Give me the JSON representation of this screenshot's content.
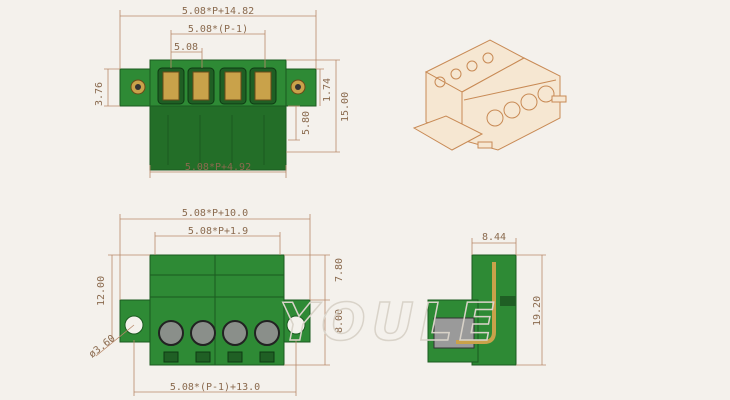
{
  "top_view": {
    "dim_overall": "5.08*P+14.82",
    "dim_pitch_total": "5.08*(P-1)",
    "dim_pitch": "5.08",
    "dim_left_height": "3.76",
    "dim_depth_small": "5.80",
    "dim_flange": "1.74",
    "dim_height": "15.00",
    "dim_body_width": "5.08*P+4.92"
  },
  "front_view": {
    "dim_overall": "5.08*P+10.0",
    "dim_inner": "5.08*P+1.9",
    "dim_height": "12.00",
    "dim_upper": "7.80",
    "dim_lower": "8.00",
    "dim_hole": "ø3.60",
    "dim_bottom": "5.08*(P-1)+13.0"
  },
  "side_view": {
    "dim_width": "8.44",
    "dim_height": "19.20"
  },
  "watermark": "YOULE",
  "colors": {
    "body": "#2e8a35",
    "dim_line": "#b8896a",
    "iso_fill": "#f6e7d2"
  }
}
